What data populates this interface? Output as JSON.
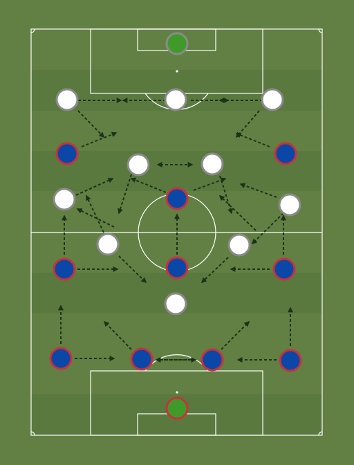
{
  "colors": {
    "background": "#628043",
    "stripe_dark": "#5a793f",
    "stripe_light": "#628043",
    "lines": "#ffffff",
    "team_a_fill": "#ffffff",
    "team_a_ring": "#8a8a8a",
    "team_b_fill": "#0b47a6",
    "team_b_ring": "#c8313d",
    "keeper_fill": "#3f9a2a",
    "arrow": "#1e3218"
  },
  "team_white": {
    "keeper": {
      "role": "goalkeeper"
    },
    "outfield_count": 10
  },
  "team_blue": {
    "keeper": {
      "role": "goalkeeper"
    },
    "outfield_count": 10
  }
}
